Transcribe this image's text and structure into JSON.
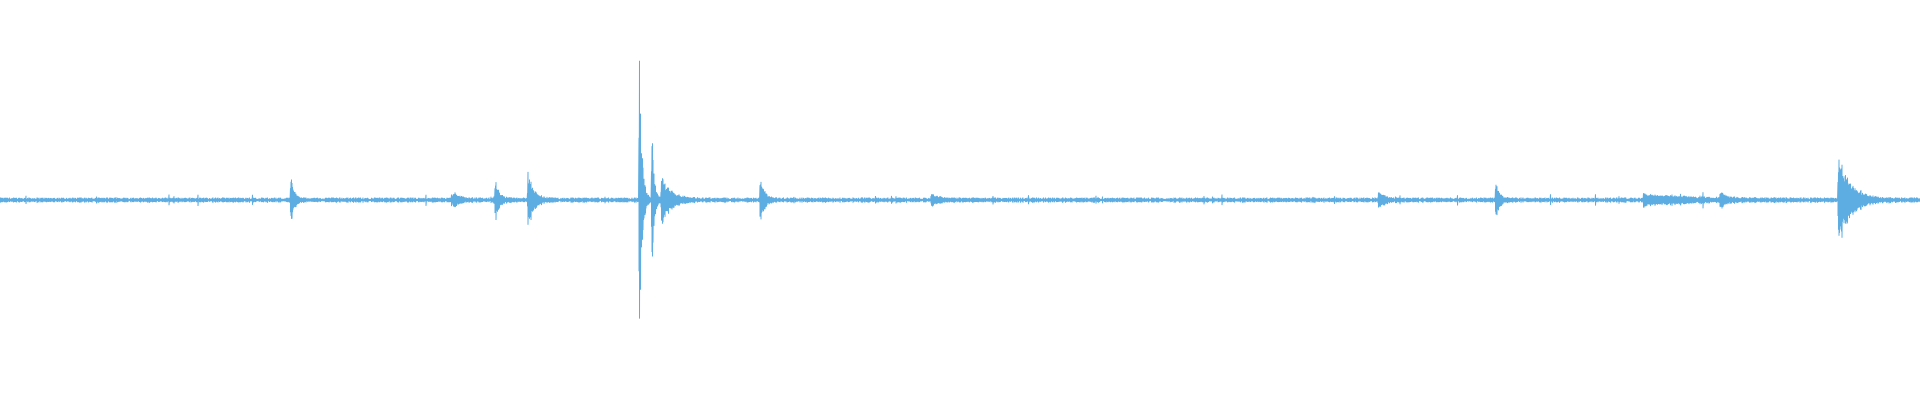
{
  "waveform": {
    "color": "#5dade2",
    "background": "#ffffff",
    "baseline_fraction": 0.5,
    "noise_floor": 0.012,
    "bursts": [
      {
        "t": 0.1515,
        "amp": 0.16,
        "decay": 0.0015
      },
      {
        "t": 0.236,
        "amp": 0.05,
        "decay": 0.003
      },
      {
        "t": 0.258,
        "amp": 0.12,
        "decay": 0.002
      },
      {
        "t": 0.275,
        "amp": 0.17,
        "decay": 0.003
      },
      {
        "t": 0.333,
        "amp": 1.0,
        "decay": 0.0012
      },
      {
        "t": 0.3395,
        "amp": 0.55,
        "decay": 0.001
      },
      {
        "t": 0.3445,
        "amp": 0.14,
        "decay": 0.005
      },
      {
        "t": 0.396,
        "amp": 0.15,
        "decay": 0.002
      },
      {
        "t": 0.485,
        "amp": 0.03,
        "decay": 0.004
      },
      {
        "t": 0.718,
        "amp": 0.05,
        "decay": 0.003
      },
      {
        "t": 0.779,
        "amp": 0.11,
        "decay": 0.002
      },
      {
        "t": 0.856,
        "amp": 0.03,
        "decay": 0.025
      },
      {
        "t": 0.896,
        "amp": 0.04,
        "decay": 0.003
      },
      {
        "t": 0.9575,
        "amp": 0.29,
        "decay": 0.006
      }
    ]
  }
}
